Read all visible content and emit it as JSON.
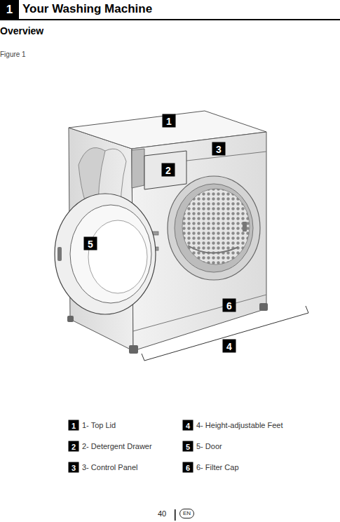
{
  "diagram": {
    "title": "Your Washing Machine",
    "labels": [
      "1",
      "Overview",
      "Figure 1",
      "1",
      "2",
      "3",
      "5",
      "6",
      "4",
      "1",
      "1- Top Lid",
      "4",
      "4- Height-adjustable Feet",
      "2",
      "2- Detergent Drawer",
      "5",
      "5- Door",
      "3",
      "3- Control Panel",
      "6",
      "6- Filter Cap",
      "40",
      "EN"
    ]
  }
}
